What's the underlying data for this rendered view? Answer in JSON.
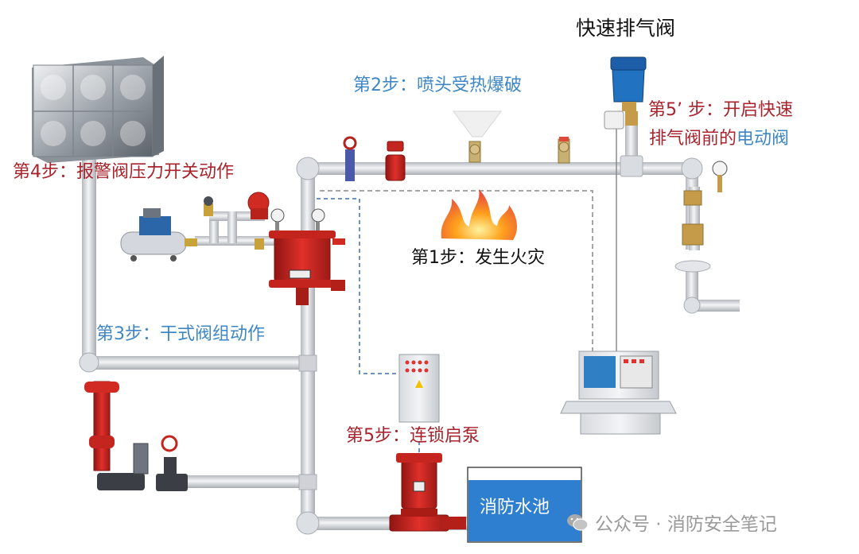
{
  "labels": {
    "quick_vent_valve": "快速排气阀",
    "step2": "第2步：喷头受热爆破",
    "step5_prime_line1": "第5’ 步：开启快速",
    "step5_prime_line2a": "排气阀前的",
    "step5_prime_line2b": "电动阀",
    "step4": "第4步：报警阀压力开关动作",
    "step1": "第1步：发生火灾",
    "step3": "第3步：干式阀组动作",
    "step5": "第5步：连锁启泵",
    "fire_pool": "消防水池"
  },
  "watermark": {
    "text": "公众号 · 消防安全笔记",
    "icon": "wechat-icon"
  },
  "colors": {
    "pipe": "#e4e6ea",
    "pipe_edge": "#b9bcc2",
    "valve_red": "#d0271f",
    "step_red": "#a8232b",
    "step_blue": "#3e87c4",
    "water": "#2f7fd0",
    "signal_line": "#6d93c4",
    "dash_grey": "#a6a6a6"
  }
}
